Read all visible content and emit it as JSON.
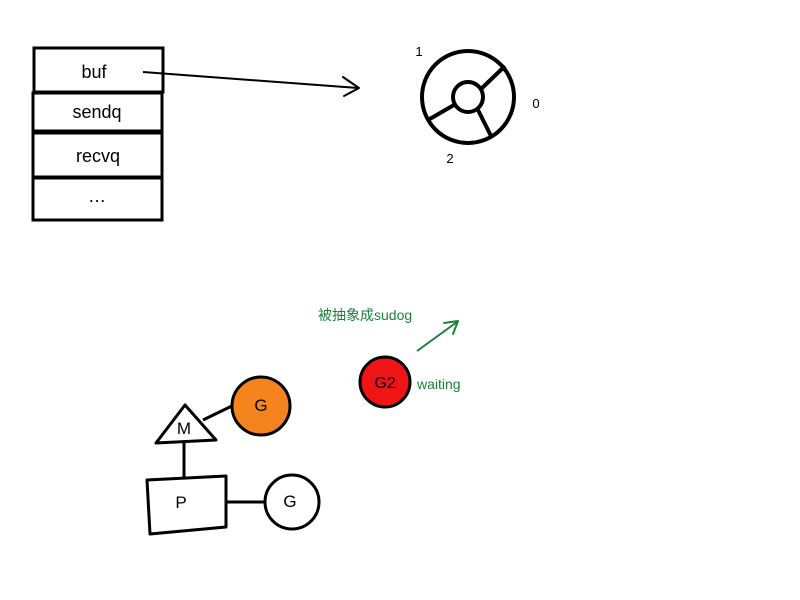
{
  "hchan": {
    "fields": [
      "buf",
      "sendq",
      "recvq",
      "…"
    ]
  },
  "ring_buffer": {
    "slot_labels": [
      "1",
      "0",
      "2"
    ]
  },
  "scheduler": {
    "m_label": "M",
    "p_label": "P",
    "g_running_label": "G",
    "g_queued_label": "G",
    "g_running_color": "#f5841f",
    "g_queued_color": "#ffffff"
  },
  "waiting_goroutine": {
    "label": "G2",
    "color": "#f01515",
    "state": "waiting",
    "annotation": "被抽象成sudog",
    "annotation_color": "#1a7f3c"
  }
}
